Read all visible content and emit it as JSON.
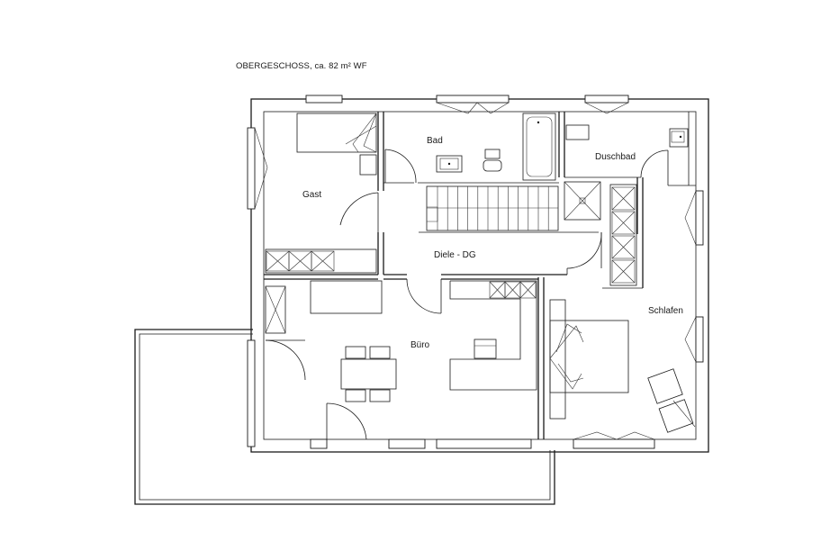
{
  "plan": {
    "title": "OBERGESCHOSS, ca. 82 m² WF",
    "rooms": {
      "gast": "Gast",
      "bad": "Bad",
      "duschbad": "Duschbad",
      "diele": "Diele - DG",
      "buero": "Büro",
      "schlafen": "Schlafen"
    }
  }
}
